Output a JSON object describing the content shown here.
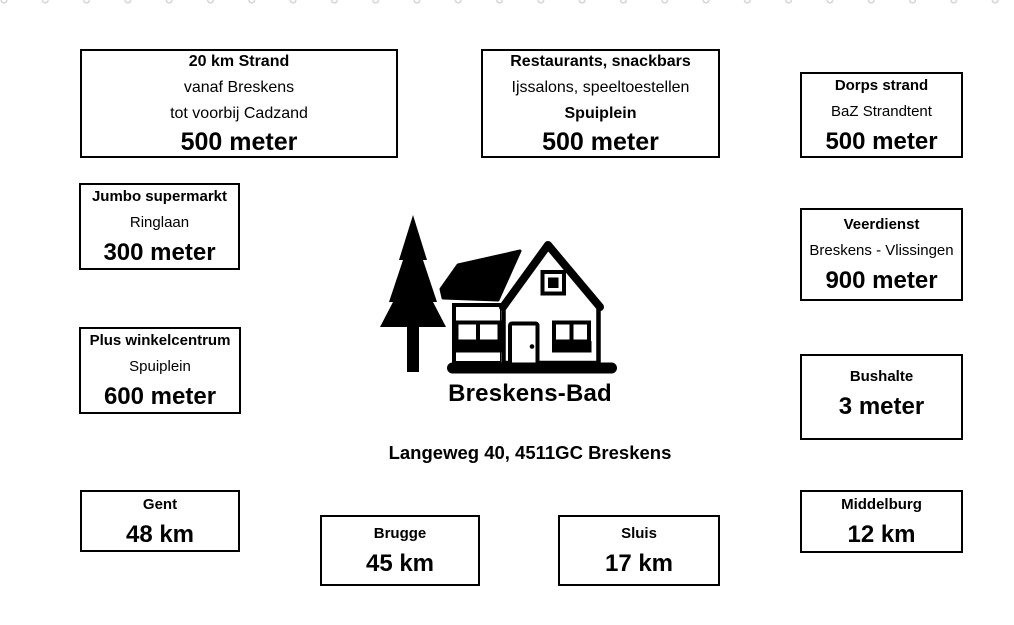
{
  "page": {
    "background_color": "#ffffff",
    "box_border_color": "#000000",
    "text_color": "#000000",
    "top_tick_color": "#d7d7da"
  },
  "center": {
    "logo_label": "Breskens-Bad",
    "address": "Langeweg 40, 4511GC Breskens",
    "illustration": "house-with-pine-tree-icon"
  },
  "boxes": [
    {
      "id": "strand",
      "lines": [
        {
          "text": "20 km Strand",
          "emphasis": "bold"
        },
        {
          "text": "vanaf Breskens",
          "emphasis": "regular"
        },
        {
          "text": "tot voorbij Cadzand",
          "emphasis": "regular"
        },
        {
          "text": "500 meter",
          "emphasis": "large-bold"
        }
      ]
    },
    {
      "id": "restaurants",
      "lines": [
        {
          "text": "Restaurants, snackbars",
          "emphasis": "bold"
        },
        {
          "text": "Ijssalons, speeltoestellen",
          "emphasis": "regular"
        },
        {
          "text": "Spuiplein",
          "emphasis": "bold"
        },
        {
          "text": "500 meter",
          "emphasis": "large-bold"
        }
      ]
    },
    {
      "id": "dorps-strand",
      "lines": [
        {
          "text": "Dorps strand",
          "emphasis": "bold"
        },
        {
          "text": "BaZ Strandtent",
          "emphasis": "regular"
        },
        {
          "text": "500 meter",
          "emphasis": "large-bold"
        }
      ]
    },
    {
      "id": "jumbo-supermarkt",
      "lines": [
        {
          "text": "Jumbo supermarkt",
          "emphasis": "bold"
        },
        {
          "text": "Ringlaan",
          "emphasis": "regular"
        },
        {
          "text": "300 meter",
          "emphasis": "large-bold"
        }
      ]
    },
    {
      "id": "veerdienst",
      "lines": [
        {
          "text": "Veerdienst",
          "emphasis": "bold"
        },
        {
          "text": "Breskens - Vlissingen",
          "emphasis": "regular"
        },
        {
          "text": "900 meter",
          "emphasis": "large-bold"
        }
      ]
    },
    {
      "id": "plus-winkelcentrum",
      "lines": [
        {
          "text": "Plus winkelcentrum",
          "emphasis": "bold"
        },
        {
          "text": "Spuiplein",
          "emphasis": "regular"
        },
        {
          "text": "600 meter",
          "emphasis": "large-bold"
        }
      ]
    },
    {
      "id": "bushalte",
      "lines": [
        {
          "text": "Bushalte",
          "emphasis": "bold"
        },
        {
          "text": "3 meter",
          "emphasis": "large-bold"
        }
      ]
    },
    {
      "id": "gent",
      "lines": [
        {
          "text": "Gent",
          "emphasis": "bold"
        },
        {
          "text": "48 km",
          "emphasis": "large-bold"
        }
      ]
    },
    {
      "id": "brugge",
      "lines": [
        {
          "text": "Brugge",
          "emphasis": "bold"
        },
        {
          "text": "45 km",
          "emphasis": "large-bold"
        }
      ]
    },
    {
      "id": "sluis",
      "lines": [
        {
          "text": "Sluis",
          "emphasis": "bold"
        },
        {
          "text": "17 km",
          "emphasis": "large-bold"
        }
      ]
    },
    {
      "id": "middelburg",
      "lines": [
        {
          "text": "Middelburg",
          "emphasis": "bold"
        },
        {
          "text": "12 km",
          "emphasis": "large-bold"
        }
      ]
    }
  ]
}
